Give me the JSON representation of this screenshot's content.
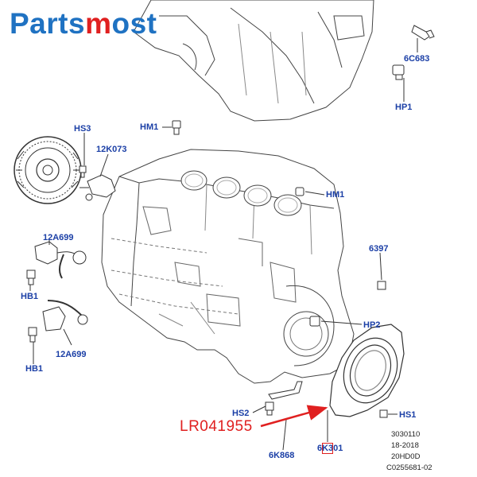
{
  "logo": {
    "part1": "Parts",
    "part2": "m",
    "part3": "ost"
  },
  "callouts": [
    {
      "id": "6c683",
      "text": "6C683"
    },
    {
      "id": "hp1",
      "text": "HP1"
    },
    {
      "id": "hs3",
      "text": "HS3"
    },
    {
      "id": "hm1-top",
      "text": "HM1"
    },
    {
      "id": "12k073",
      "text": "12K073"
    },
    {
      "id": "hm1-mid",
      "text": "HM1"
    },
    {
      "id": "12a699-top",
      "text": "12A699"
    },
    {
      "id": "6397",
      "text": "6397"
    },
    {
      "id": "hb1-top",
      "text": "HB1"
    },
    {
      "id": "hp2",
      "text": "HP2"
    },
    {
      "id": "12a699-bottom",
      "text": "12A699"
    },
    {
      "id": "hb1-bottom",
      "text": "HB1"
    },
    {
      "id": "hs2",
      "text": "HS2"
    },
    {
      "id": "hs1",
      "text": "HS1"
    },
    {
      "id": "6k868",
      "text": "6K868"
    },
    {
      "id": "6k301",
      "text": "6K301"
    }
  ],
  "part_number": "LR041955",
  "diagram_codes": [
    "3030110",
    "18-2018",
    "20HD0D",
    "C0255681-02"
  ],
  "colors": {
    "brand_blue": "#1f72c2",
    "brand_red": "#e02020",
    "callout_blue": "#1b3fa6",
    "line": "#333333"
  }
}
